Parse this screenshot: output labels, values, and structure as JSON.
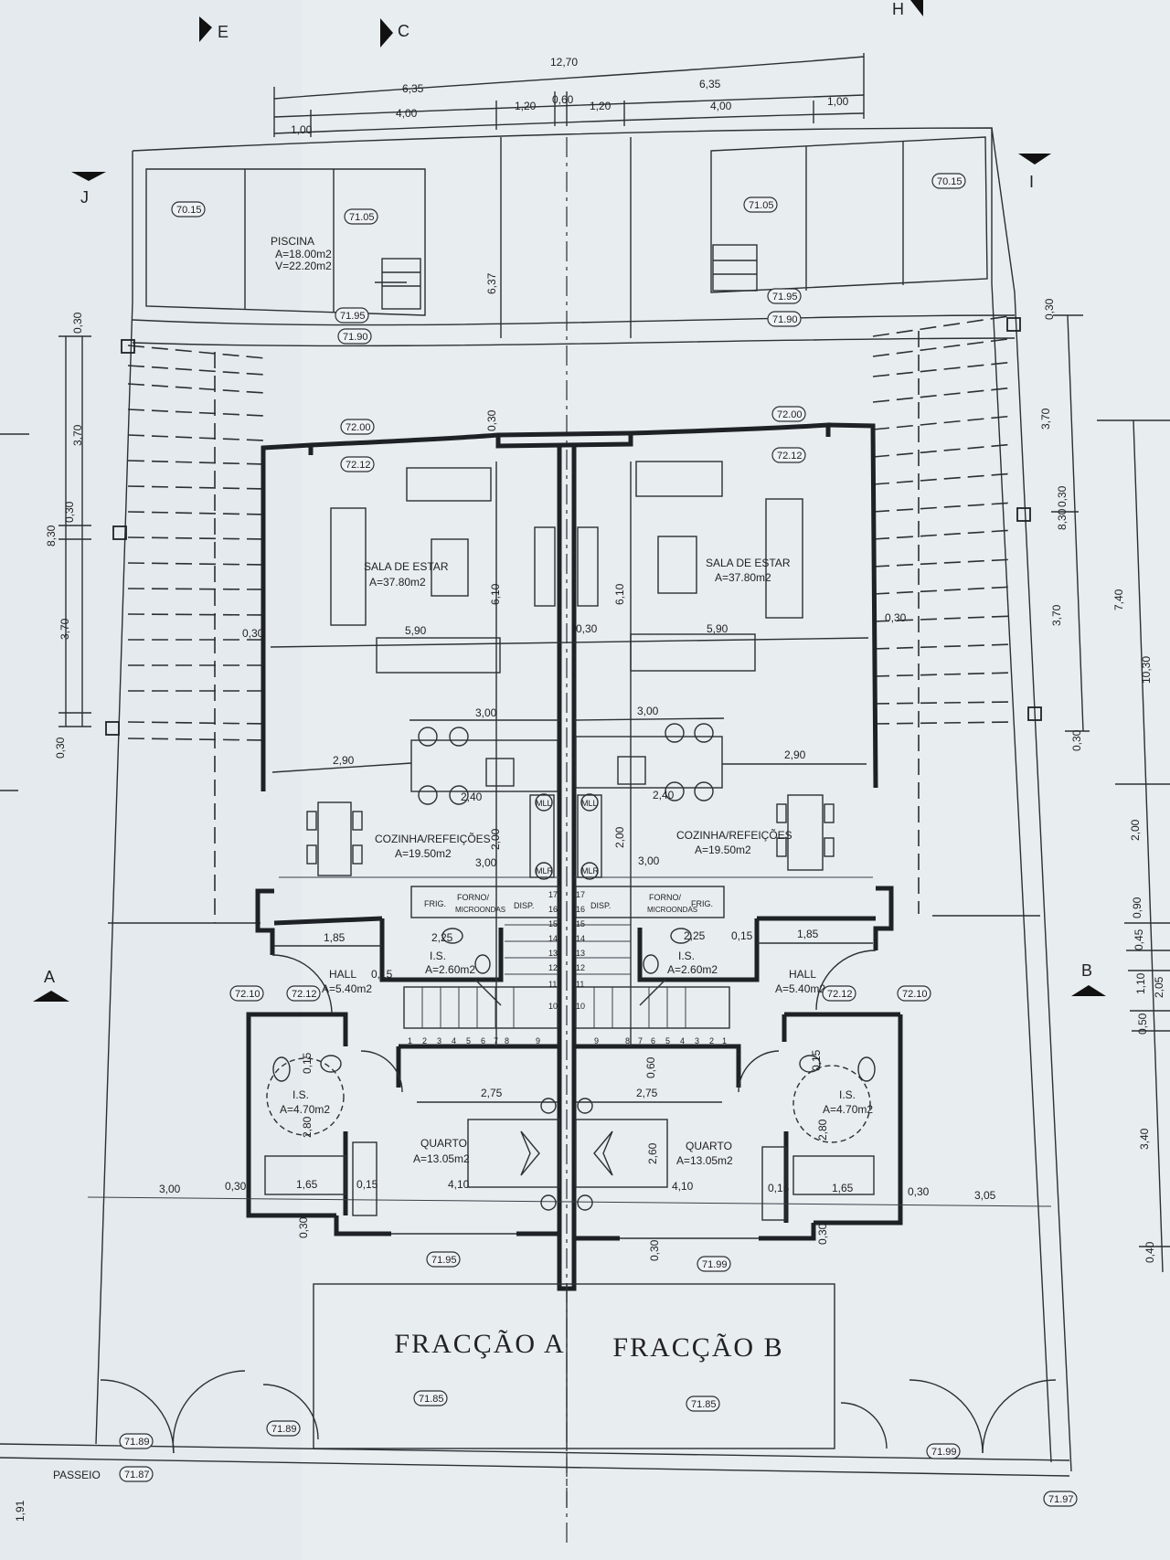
{
  "sections": {
    "a": "A",
    "b": "B",
    "c": "C",
    "e": "E",
    "h": "H",
    "i": "I",
    "j": "J"
  },
  "units": {
    "a": "FRACÇÃO A",
    "b": "FRACÇÃO B"
  },
  "pool": {
    "name": "PISCINA",
    "area": "A=18.00m2",
    "volume": "V=22.20m2"
  },
  "rooms": {
    "sala_name": "SALA DE ESTAR",
    "sala_area": "A=37.80m2",
    "cozinha_name": "COZINHA/REFEIÇÕES",
    "cozinha_area": "A=19.50m2",
    "hall_name": "HALL",
    "hall_area": "A=5.40m2",
    "is_name": "I.S.",
    "is_small_area": "A=2.60m2",
    "is_big_area": "A=4.70m2",
    "quarto_name": "QUARTO",
    "quarto_area": "A=13.05m2",
    "passeio": "PASSEIO"
  },
  "appliances": {
    "frig": "FRIG.",
    "forno": "FORNO/",
    "micro": "MICROONDAS",
    "disp": "DISP.",
    "mll": "MLL",
    "mlr": "MLR"
  },
  "levels": {
    "l7015": "70.15",
    "l7105": "71.05",
    "l7195": "71.95",
    "l7190": "71.90",
    "l7200": "72.00",
    "l7212": "72.12",
    "l7210": "72.10",
    "l7199": "71.99",
    "l7185": "71.85",
    "l7189": "71.89",
    "l7187": "71.87",
    "l7197": "71.97"
  },
  "dims": {
    "d1270": "12,70",
    "d635": "6,35",
    "d400": "4,00",
    "d120": "1,20",
    "d060": "0,60",
    "d100": "1,00",
    "d637": "6,37",
    "d030": "0,30",
    "d370": "3,70",
    "d830": "8,30",
    "d610": "6,10",
    "d590": "5,90",
    "d300": "3,00",
    "d290": "2,90",
    "d240": "2,40",
    "d200": "2,00",
    "d185": "1,85",
    "d225": "2,25",
    "d015": "0,15",
    "d275": "2,75",
    "d280": "2,80",
    "d260": "2,60",
    "d165": "1,65",
    "d410": "4,10",
    "d305": "3,05",
    "d740": "7,40",
    "d1030": "10,30",
    "d090": "0,90",
    "d045": "0,45",
    "d110": "1,10",
    "d050": "0,50",
    "d205": "2,05",
    "d340": "3,40",
    "d040": "0,40",
    "d191": "1,91"
  },
  "stairs": {
    "left": [
      "1",
      "2",
      "3",
      "4",
      "5",
      "6",
      "7",
      "8",
      "9",
      "10",
      "11",
      "12",
      "13",
      "14",
      "15",
      "16",
      "17"
    ],
    "right": [
      "17",
      "16",
      "15",
      "14",
      "13",
      "12",
      "11",
      "10",
      "9",
      "8",
      "7",
      "6",
      "5",
      "4",
      "3",
      "2",
      "1"
    ]
  }
}
